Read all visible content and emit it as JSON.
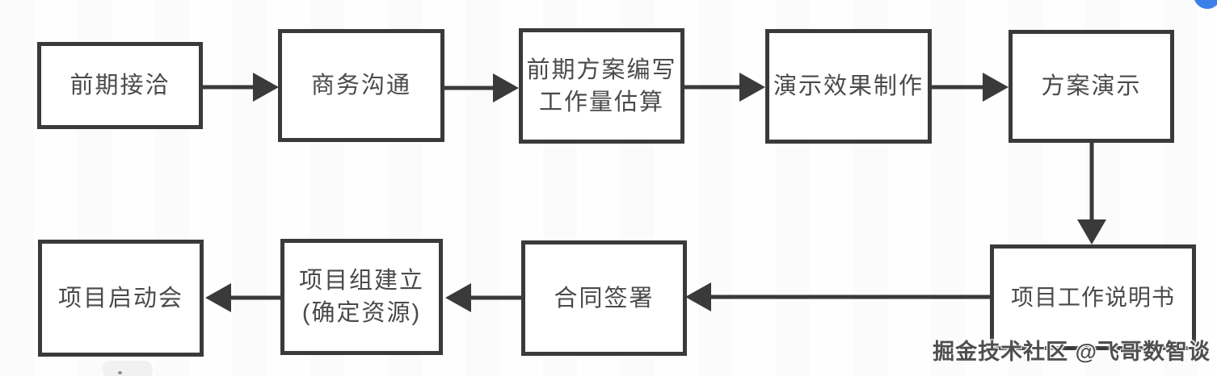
{
  "flowchart": {
    "nodes": [
      {
        "id": "initial-contact",
        "label": "前期接洽"
      },
      {
        "id": "business-communication",
        "label": "商务沟通"
      },
      {
        "id": "preliminary-proposal",
        "line1": "前期方案编写",
        "line2": "工作量估算"
      },
      {
        "id": "demo-effect-production",
        "label": "演示效果制作"
      },
      {
        "id": "proposal-presentation",
        "label": "方案演示"
      },
      {
        "id": "project-statement-of-work",
        "label": "项目工作说明书"
      },
      {
        "id": "contract-signing",
        "label": "合同签署"
      },
      {
        "id": "project-team-setup",
        "line1": "项目组建立",
        "line2": "(确定资源)"
      },
      {
        "id": "project-kickoff-meeting",
        "label": "项目启动会"
      }
    ],
    "connections": [
      {
        "from": "前期接洽",
        "to": "商务沟通"
      },
      {
        "from": "商务沟通",
        "to": "前期方案编写 工作量估算"
      },
      {
        "from": "前期方案编写 工作量估算",
        "to": "演示效果制作"
      },
      {
        "from": "演示效果制作",
        "to": "方案演示"
      },
      {
        "from": "方案演示",
        "to": "项目工作说明书"
      },
      {
        "from": "项目工作说明书",
        "to": "合同签署"
      },
      {
        "from": "合同签署",
        "to": "项目组建立 (确定资源)"
      },
      {
        "from": "项目组建立 (确定资源)",
        "to": "项目启动会"
      }
    ],
    "colors": {
      "line": "#3a3a3a",
      "text": "#4a4a4a",
      "background": "#ffffff",
      "badge_blue": "#3d7fe8"
    }
  },
  "watermark": {
    "text": "掘金技术社区 @飞哥数智谈"
  }
}
